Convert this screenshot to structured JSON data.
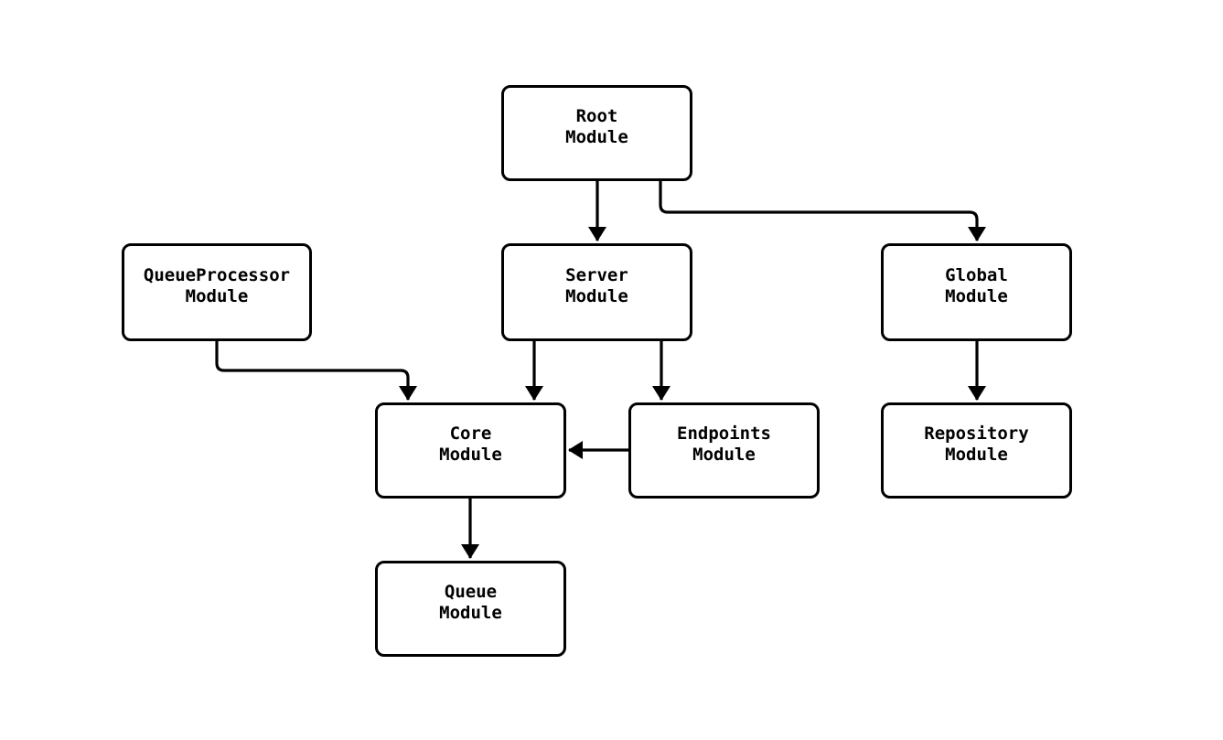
{
  "diagram": {
    "type": "module-dependency-flowchart",
    "colors": {
      "node_border": "#000000",
      "node_fill": "#ffffff",
      "edge_stroke": "#000000",
      "text": "#000000",
      "background": "#ffffff"
    },
    "nodes": [
      {
        "id": "root",
        "line1": "Root",
        "line2": "Module"
      },
      {
        "id": "queueprocessor",
        "line1": "QueueProcessor",
        "line2": "Module"
      },
      {
        "id": "server",
        "line1": "Server",
        "line2": "Module"
      },
      {
        "id": "global",
        "line1": "Global",
        "line2": "Module"
      },
      {
        "id": "core",
        "line1": "Core",
        "line2": "Module"
      },
      {
        "id": "endpoints",
        "line1": "Endpoints",
        "line2": "Module"
      },
      {
        "id": "repository",
        "line1": "Repository",
        "line2": "Module"
      },
      {
        "id": "queue",
        "line1": "Queue",
        "line2": "Module"
      }
    ],
    "edges": [
      {
        "from": "root",
        "to": "server"
      },
      {
        "from": "root",
        "to": "global"
      },
      {
        "from": "queueprocessor",
        "to": "core"
      },
      {
        "from": "server",
        "to": "core"
      },
      {
        "from": "server",
        "to": "endpoints"
      },
      {
        "from": "endpoints",
        "to": "core"
      },
      {
        "from": "core",
        "to": "queue"
      },
      {
        "from": "global",
        "to": "repository"
      }
    ]
  }
}
